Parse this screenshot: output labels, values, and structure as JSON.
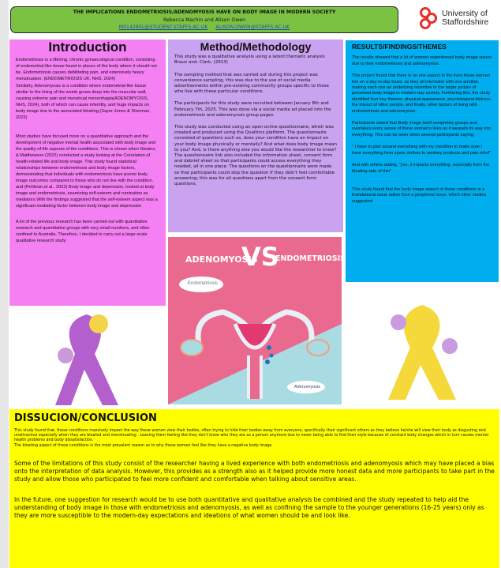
{
  "header": {
    "title": "THE IMPLICATIONS ENDOMETRIOSIS/ADENOMYOSIS HAVE ON BODY IMAGE IN MODERN SOCIETY",
    "authors": "Rebecca Machin and Alison Owen",
    "email1": "M014285L@STUDENT.STAFFS.AC.UK",
    "email2": "ALISON.OWEN@STAFFS.AC.UK"
  },
  "logo": {
    "line1": "University of",
    "line2": "Staffordshire"
  },
  "intro": {
    "title": "Introduction",
    "paragraphs": [
      "Endometriosis is a lifelong, chronic gynaecological condition, consisting of endometrial-like tissue found in places of the body where it should not be. Endometriosis causes debilitating pain, and extensively heavy menstruation. (ENDOMETRIOSIS UK, NHS, 2024)",
      "Similarly, Adenomyosis is a condition where endometrial-like tissue similar to the lining of the womb grows deep into the muscular wall, causing extreme pain and menstrual menorrhagia(ADENOMYOSIS, NHS, 2024), both of which can cause infertility, and huge impacts on body image due to the associated bloating.(Sayer-Jones & Sherman, 2023)",
      "Most studies have focused more on a quantitative approach and the development of negative mental health associated with body image and the quality-of-life aspects of the conditions. This is shown when Steains, & Matthewson (2022) conducted a study looking at the Correlation of health-related life and body image. This study found statistical relationships between endometriosis and body image factors, demonstrating that individuals with endometriosis have poorer body image outcomes compared to those who do not live with the condition. and (Pehlivan,et al., 2022) Body image and depression, looked at body image and endometriosis, examining self-esteem and rumination as mediators With the findings suggested that the self-esteem aspect was a significant mediating factor between body image and depression",
      "A lot of the previous research has been carried out with quantitative research and quantitative groups with very small numbers, and often confined to Australia. Therefore, I decided to carry out a large-scale qualitative research study."
    ]
  },
  "method": {
    "title": "Method/Methodology",
    "paragraphs": [
      "This study was a qualitative analysis using a latent thematic analysis Braun and. Clark, (2013)",
      "The sampling method that was carried out during this project was convenience sampling, this was due to the use of social media advertisements within pre-existing community groups specific to those who live with these particular conditions.",
      "The participants for this study were recruited between January 8th and February 7th, 2025. This was done via a social media ad placed into the endometriosis and adenomyosis group pages.",
      "This study was conducted using an open online questionnaire, which was created and produced using the Qualtrics platform. The questionnaire consisted of questions such as, does your condition have an impact on your body image physically or mentally? And what does body image mean to you? And, is there anything else you would like the researcher to know? The questionnaire link also included the information sheet, consent form and debrief sheet so that participants could access everything they needed, all in one place. The questions on the questionnaire were made so that participants could skip the question if they didn't feel comfortable answering; this was for all questions apart from the consent form questions."
    ]
  },
  "results": {
    "title": "RESULTS/FINDINGS/THEMES",
    "paragraphs": [
      "The results showed that a lot of women experienced body image issues due to their endometriosis and adenomyosis.",
      "This project found that there is no one aspect to the lives these women live on a day-to-day basis, as they all intertwine with one another, making each one an underlying incentive to the larger picture of perceived body image in modern-day society. Furthering this, the study identified four key themes: physical appearance, psychological distress, the impact of other people, and finally, other factors of living with endometriosis and adenomyosis.",
      "Participants stated that Body image itself completely grasps and overtakes every sense of these women's lives as it weasels its way into everything. This can be seen when several participants saying;",
      "\" I have to plan around everything with my condition to make sure I have everything from spare clothes to sanitary products and pain relief\"",
      "And with others stating, \"yes, it impacts everything, especially from the bloating side of thin\"",
      "This study found that the body image aspect of these conditions is a foundational issue rather than a peripheral issue, which other studies suggested."
    ]
  },
  "infographic": {
    "left": "ADENOMYOSIS",
    "vs": "VS",
    "right": "ENDOMETRIOSIS",
    "label1": "Endometriosis",
    "label2": "Adenomyosis"
  },
  "ribbons": {
    "left": "ADENOMYOSIS",
    "right": "ENDOMETRIOSIS"
  },
  "conclusion": {
    "title": "DISSUCION/CONCLUSION",
    "small": [
      "This study found that, these conditions massively impact the way these women view their bodies, often trying to hide their bodies away from everyone, specifically their significant others as they believe he/she will view their body as disgusting and unattractive especially when they are bloated and menstruating . Leaving them feeling like they don't know who they are as a person anymore due to never being able to find their style because of constant body changes which in turn causes mental health problems and body dissatisfaction.",
      "The bloating aspect of these conditions is the most prevalent reason as to why these women feel like they have a negative body image."
    ],
    "big": [
      "Some of the limitations of this study consist of the researcher having a lived experience with both endometriosis and adenomyosis which may have placed a bias onto the interpretation of data analysis. However, this provides as a strength also as it helped provide more honest data and more participants to take part in the study and allow those who participated to feel more confident and comfortable when talking about sensitive areas.",
      "In the future, one suggestion for research would be to use both quantitative and qualitative analysis be combined and the study repeated to help aid the understanding of body image in those with endometriosis and adenomyosis, as well as confining the sample to the younger generations (16-25 years) only as they are more susceptible to the modern-day expectations and ideations of what women should be and look like."
    ]
  },
  "colors": {
    "header": "#7cc242",
    "intro": "#f580f3",
    "method": "#c9a2f0",
    "results": "#00aeef",
    "conclusion": "#ffff00"
  }
}
